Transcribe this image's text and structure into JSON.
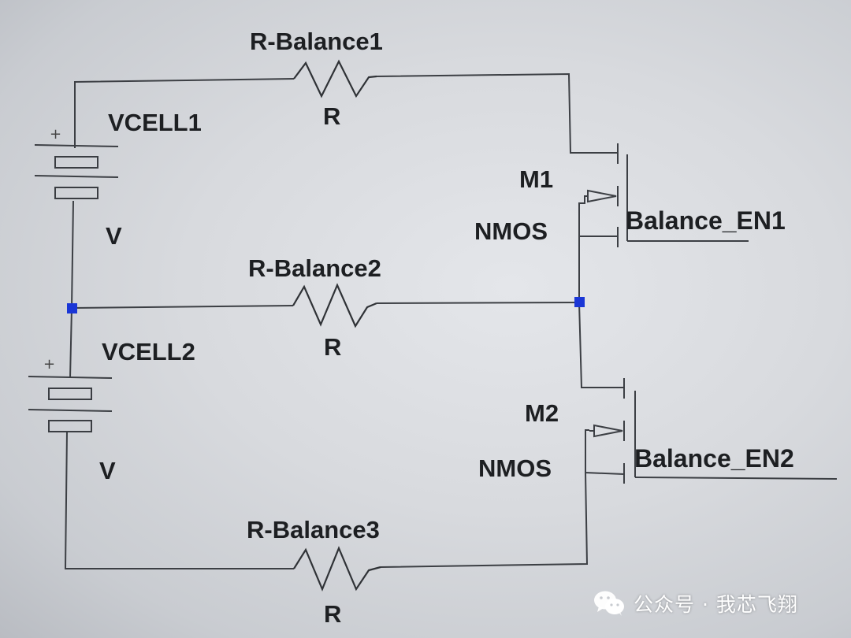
{
  "resistors": [
    {
      "name": "R-Balance1",
      "value": "R"
    },
    {
      "name": "R-Balance2",
      "value": "R"
    },
    {
      "name": "R-Balance3",
      "value": "R"
    }
  ],
  "sources": [
    {
      "name": "VCELL1",
      "value": "V",
      "polarity": "+"
    },
    {
      "name": "VCELL2",
      "value": "V",
      "polarity": "+"
    }
  ],
  "mosfets": [
    {
      "name": "M1",
      "type": "NMOS",
      "gate_net": "Balance_EN1"
    },
    {
      "name": "M2",
      "type": "NMOS",
      "gate_net": "Balance_EN2"
    }
  ],
  "watermark": {
    "text": "公众号 · 我芯飞翔",
    "icon": "wechat-icon"
  },
  "colors": {
    "wire": "#3c3f44",
    "node": "#1a36d6",
    "label": "#1d1f22",
    "background": "#d8dade"
  }
}
